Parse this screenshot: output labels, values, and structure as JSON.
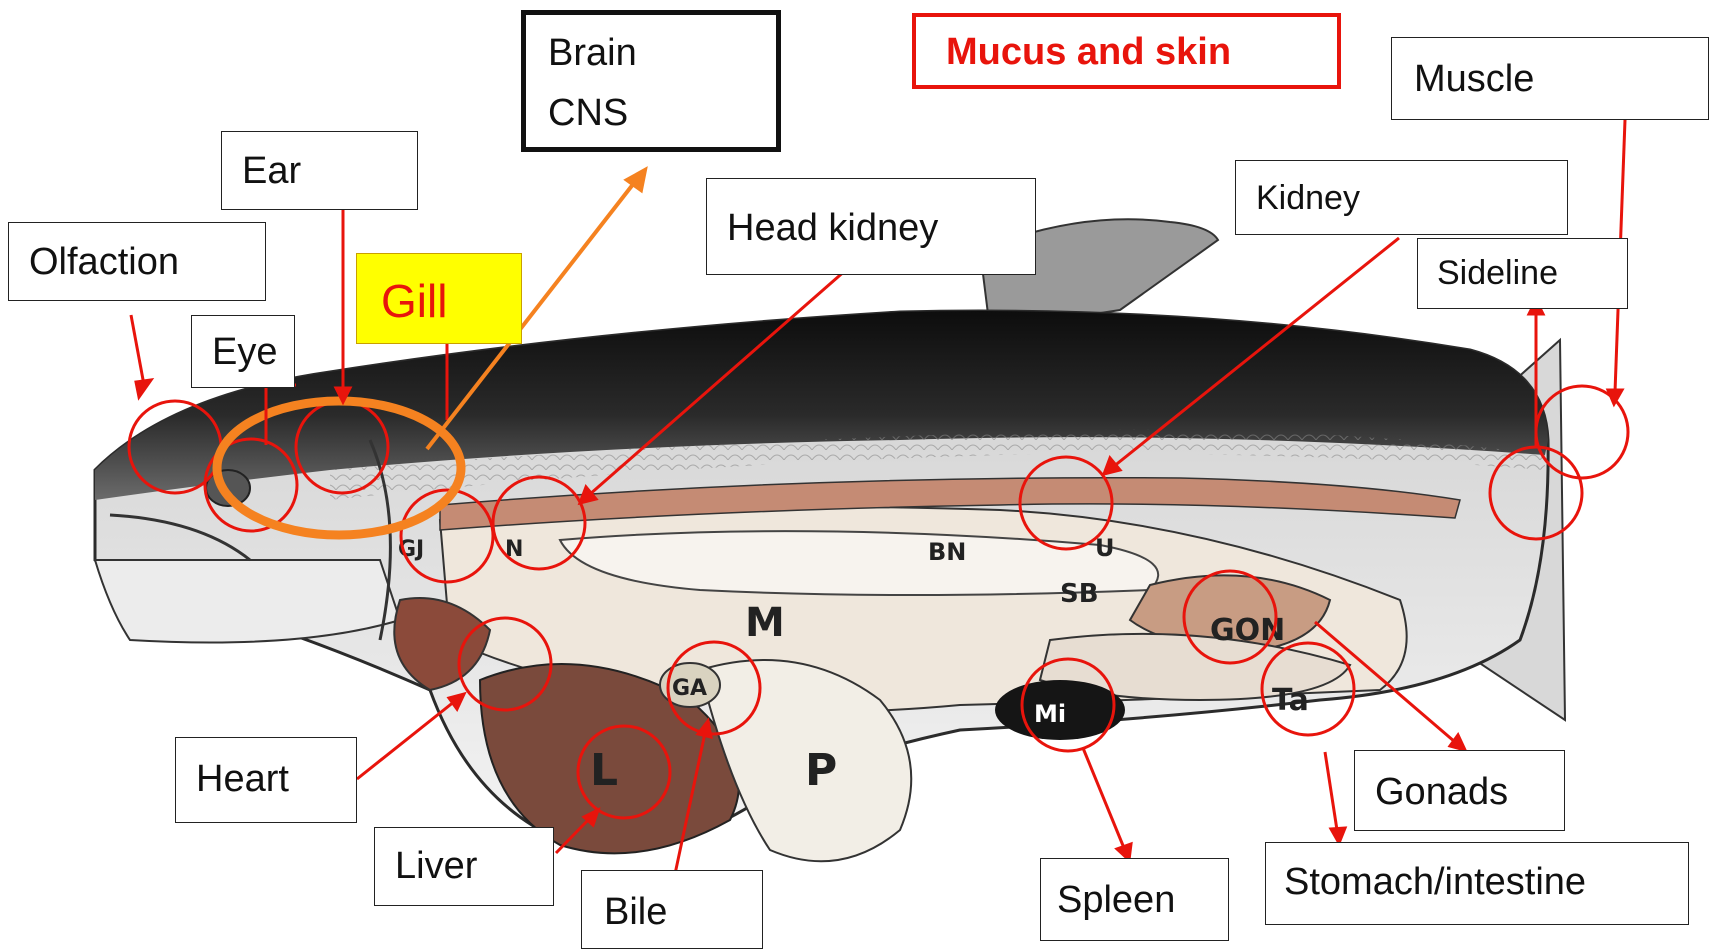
{
  "labels": {
    "brain_line1": "Brain",
    "brain_line2": "CNS",
    "mucus": "Mucus and skin",
    "muscle": "Muscle",
    "ear": "Ear",
    "olfaction": "Olfaction",
    "gill": "Gill",
    "eye": "Eye",
    "head_kidney": "Head kidney",
    "kidney": "Kidney",
    "sideline": "Sideline",
    "heart": "Heart",
    "liver": "Liver",
    "bile": "Bile",
    "spleen": "Spleen",
    "stomach": "Stomach/intestine",
    "gonads": "Gonads"
  },
  "organ_codes": {
    "gj": "GJ",
    "n": "N",
    "bn": "BN",
    "u": "U",
    "sb": "SB",
    "m": "M",
    "gon": "GON",
    "ga": "GA",
    "l": "L",
    "p": "P",
    "mi": "Mi",
    "ta": "Ta"
  },
  "colors": {
    "pointer": "#e8140c",
    "brain_pointer": "#f58220",
    "gill_highlight": "#ffff00",
    "mucus_border": "#e8140c"
  }
}
